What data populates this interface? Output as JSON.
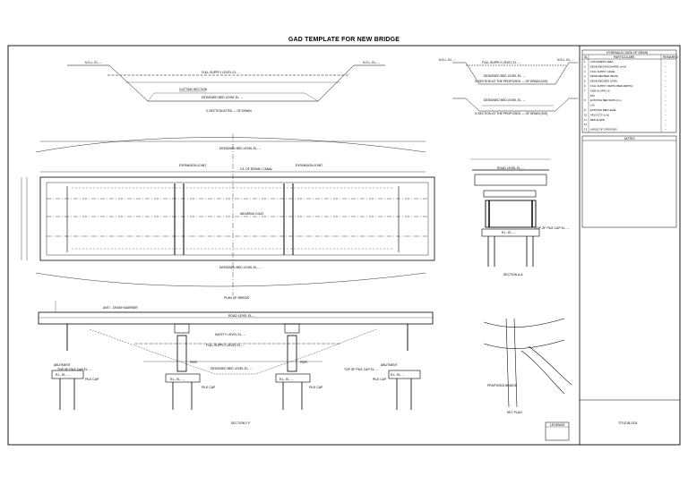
{
  "sheet": {
    "title": "GAD TEMPLATE FOR NEW BRIDGE"
  },
  "cross_section": {
    "nsl_left": "N.S.L.    EL. --",
    "nsl_right": "N.S.L.    EL. --",
    "full_supply": "FULL SUPPLY LEVEL   EL. --",
    "cutting_section": "CUTTING SECTION",
    "designed_bed": "DESIGNED BED LEVEL   EL. --",
    "caption": "X-SECTION AT RD --- OF DRAIN"
  },
  "mini_sections": {
    "nsl_left": "N.S.L.    EL. --",
    "nsl_right": "N.S.L.    EL. --",
    "top_fsl": "FULL SUPPLY LEVEL   EL. --",
    "top_bed": "DESIGNED BED LEVEL   EL. --",
    "caption1": "X-SECTION AT THE PROPOSED --- OF DRAIN (U/S)",
    "bottom_bed": "DESIGNED BED LEVEL   EL. --",
    "caption2": "X-SECTION AT THE PROPOSED --- OF DRAIN (D/S)"
  },
  "hydraulic_table": {
    "title": "HYDRAULIC DATA OF DRAIN",
    "headers": [
      "SL",
      "PARTICULARS",
      "REMARKS"
    ],
    "rows": [
      [
        "1",
        "CATCHMENT AREA",
        "--"
      ],
      [
        "2",
        "DESIGNED DISCHARGE (m³/s)",
        "--"
      ],
      [
        "3",
        "FULL SUPPLY LEVEL",
        "--"
      ],
      [
        "4",
        "DESIGNED BED WIDTH",
        "--"
      ],
      [
        "5",
        "DESIGNED BED LEVEL",
        "--"
      ],
      [
        "6",
        "FULL SUPPLY DEPTH (BED-DEPTH)",
        "--"
      ],
      [
        "7",
        "SIDE SLOPE   L/S",
        "--"
      ],
      [
        "",
        "R/S",
        "--"
      ],
      [
        "8",
        "EXISTING BED WIDTH (m)",
        "--"
      ],
      [
        "",
        "U/S",
        "--"
      ],
      [
        "9",
        "EXISTING BED LEVEL",
        "--"
      ],
      [
        "10",
        "VELOCITY (m/s)",
        "--"
      ],
      [
        "11",
        "BED SLOPE",
        "--"
      ],
      [
        "12",
        "",
        "--"
      ],
      [
        "13",
        "ANGLE OF CROSSING",
        "--"
      ]
    ]
  },
  "notes": {
    "title": "NOTES"
  },
  "plan": {
    "designed_bed_top": "DESIGNED BED LEVEL   EL. --",
    "expansion_left": "EXPANSION JOINT",
    "expansion_right": "EXPANSION JOINT",
    "centerline": "C/L OF DRAIN / CANAL",
    "wearing": "WEARING COAT",
    "designed_bed_bottom": "DESIGNED BED LEVEL   EL. --",
    "caption": "PLAN OF BRIDGE"
  },
  "section_a": {
    "road_level": "ROAD LEVEL   EL. --",
    "pile_cap": "TOP OF PILE CAP   EL. --",
    "rl": "R.L. EL. --",
    "caption": "SECTION A-A"
  },
  "elevation": {
    "anti_crash": "ANTI - CRASH BARRIER",
    "road_level": "ROAD LEVEL   EL. --",
    "safety_level": "SAFETY LEVEL   EL. --",
    "full_supply": "FULL SUPPLY LEVEL   EL. --",
    "designed_bed": "DESIGNED BED LEVEL   EL. --",
    "top_pile_cap": "TOP OF PILE CAP   EL. --",
    "pile_cap": "PILE CAP",
    "abutment": "ABUTMENT",
    "pier": "PIER",
    "rl": "R.L. EL. --",
    "caption": "SECTION F-F"
  },
  "key_plan": {
    "proposed": "PROPOSED BRIDGE",
    "caption": "KEY PLAN"
  },
  "legend": {
    "title": "LEGENDS"
  },
  "title_block": {
    "label": "TITLE BLOCK"
  }
}
